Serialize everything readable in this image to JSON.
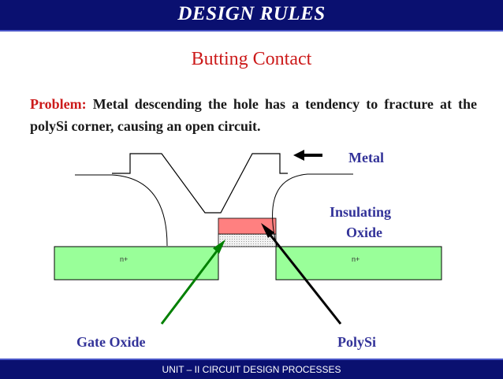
{
  "header": {
    "title": "DESIGN RULES"
  },
  "subtitle": "Butting Contact",
  "problem": {
    "label": "Problem:",
    "text": "Metal descending the hole has a tendency to fracture at the polySi corner, causing an open circuit."
  },
  "diagram": {
    "labels": {
      "metal": "Metal",
      "insulating_oxide_line1": "Insulating",
      "insulating_oxide_line2": "Oxide",
      "gate_oxide": "Gate Oxide",
      "polysi": "PolySi",
      "n_plus_left": "n+",
      "n_plus_right": "n+"
    },
    "colors": {
      "diffusion": "#99ff99",
      "polysi": "#ff8080",
      "gate_oxide": "#e0e0e0",
      "left_arrow": "#008000",
      "right_arrow": "#000000",
      "label_text": "#333399",
      "title_bar": "#0a1070",
      "subtitle": "#cc1a1a"
    }
  },
  "footer": {
    "text": "UNIT – II CIRCUIT DESIGN PROCESSES"
  }
}
